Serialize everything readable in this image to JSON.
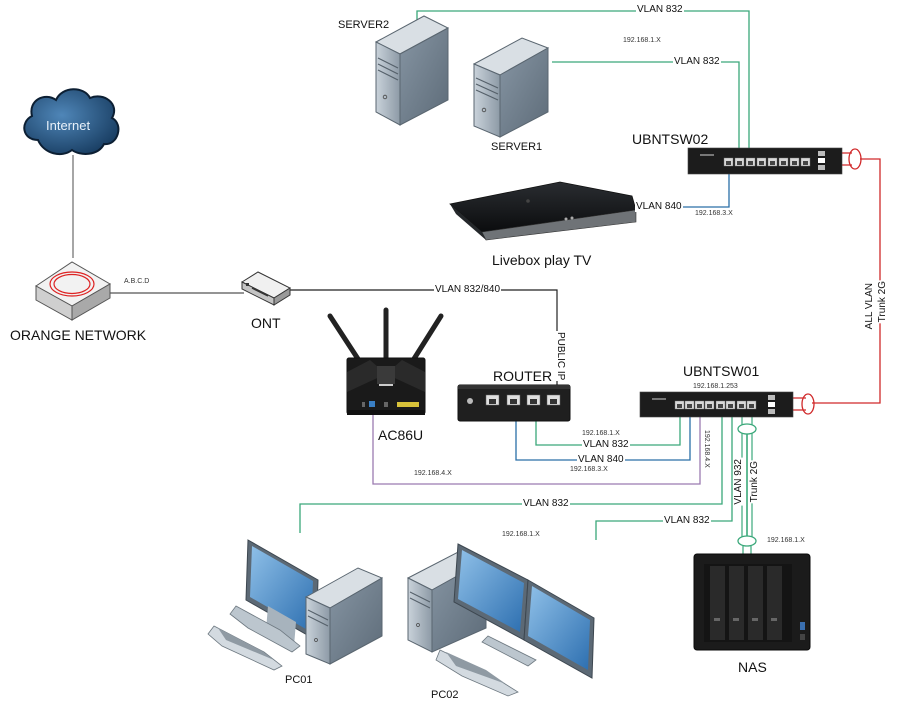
{
  "title": "Home network diagram",
  "colors": {
    "vlan832": "#3aa87a",
    "vlan840": "#2a6fa8",
    "lan_4": "#9b7bb0",
    "trunk": "#d0292a",
    "wan": "#333333",
    "internet_line": "#777777"
  },
  "devices": {
    "internet": {
      "label": "Internet",
      "icon": "cloud-icon"
    },
    "orange": {
      "label": "ORANGE NETWORK",
      "icon": "isp-box-icon"
    },
    "ont": {
      "label": "ONT",
      "icon": "ont-icon"
    },
    "server2": {
      "label": "SERVER2",
      "icon": "server-tower-icon"
    },
    "server1": {
      "label": "SERVER1",
      "icon": "server-tower-icon"
    },
    "ubntsw02": {
      "label": "UBNTSW02",
      "icon": "switch-icon"
    },
    "livebox": {
      "label": "Livebox play TV",
      "icon": "set-top-box-icon"
    },
    "ac86u": {
      "label": "AC86U",
      "icon": "wifi-router-icon"
    },
    "router": {
      "label": "ROUTER",
      "icon": "router-box-icon"
    },
    "ubntsw01": {
      "label": "UBNTSW01",
      "ip": "192.168.1.253",
      "icon": "switch-icon"
    },
    "pc01": {
      "label": "PC01",
      "icon": "desktop-pc-icon"
    },
    "pc02": {
      "label": "PC02",
      "icon": "dual-monitor-pc-icon"
    },
    "nas": {
      "label": "NAS",
      "icon": "nas-icon"
    }
  },
  "links": {
    "orange_ont_ip": "A.B.C.D",
    "wan_vlan": "VLAN 832/840",
    "public_ip": "PUBLIC IP",
    "server2_vlan": "VLAN 832",
    "server1_vlan": "VLAN 832",
    "servers_ip": "192.168.1.X",
    "livebox_vlan": "VLAN 840",
    "livebox_ip": "192.168.3.X",
    "trunk_label_1": "ALL VLAN",
    "trunk_label_2": "Trunk 2G",
    "router_sw_vlan832": "VLAN 832",
    "router_sw_ip1": "192.168.1.X",
    "router_sw_vlan840": "VLAN 840",
    "router_sw_ip3": "192.168.3.X",
    "ac86u_ip": "192.168.4.X",
    "ac86u_ip_vertical": "192.168.4.X",
    "pc01_vlan": "VLAN 832",
    "pc02_vlan": "VLAN 832",
    "pcs_ip": "192.168.1.X",
    "nas_vlan": "VLAN 932",
    "nas_trunk": "Trunk 2G",
    "nas_ip": "192.168.1.X"
  }
}
